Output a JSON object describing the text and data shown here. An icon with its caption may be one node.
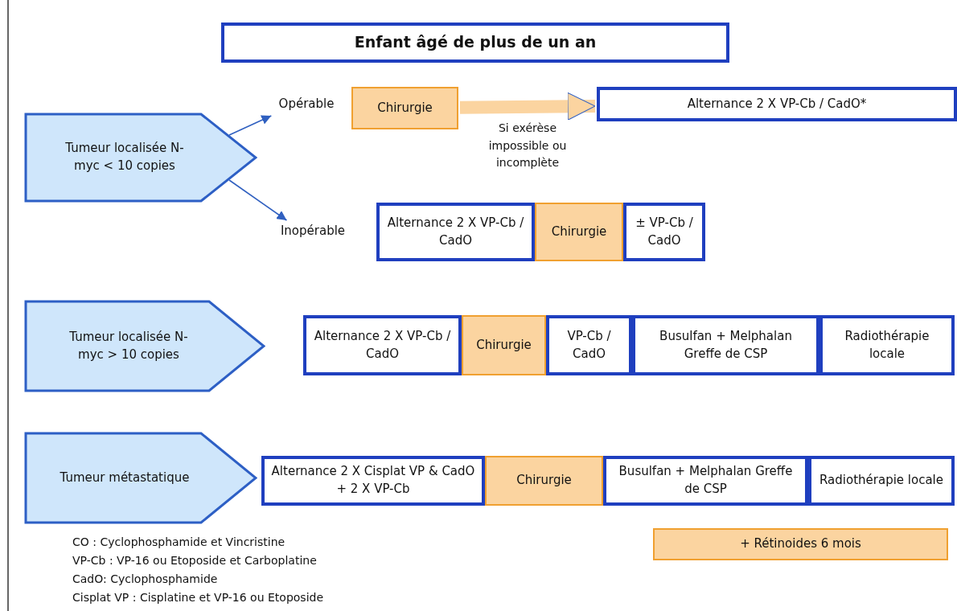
{
  "diagram": {
    "nodes": [
      {
        "text": [
          "Enfant âgé de plus de un an"
        ]
      },
      {
        "text": [
          "Tumeur localisée N-myc < 10 copies"
        ]
      },
      {
        "text": [
          "Opérable"
        ]
      },
      {
        "text": [
          "Chirurgie"
        ]
      },
      {
        "text": [
          "Alternance 2 X VP-Cb / CadO*"
        ]
      },
      {
        "text": [
          "Inopérable"
        ]
      },
      {
        "text": [
          "Alternance 2 X VP-Cb / CadO"
        ]
      },
      {
        "text": [
          "Chirurgie"
        ]
      },
      {
        "text": [
          "± VP-Cb / CadO"
        ]
      },
      {
        "text": [
          "Tumeur localisée N-myc > 10 copies"
        ]
      },
      {
        "text": [
          "Alternance 2 X VP-Cb / CadO"
        ]
      },
      {
        "text": [
          "Chirurgie"
        ]
      },
      {
        "text": [
          "VP-Cb / CadO"
        ]
      },
      {
        "text": [
          "Busulfan + Melphalan Greffe de CSP"
        ]
      },
      {
        "text": [
          "Radiothérapie locale"
        ]
      },
      {
        "text": [
          "Tumeur métastatique"
        ]
      },
      {
        "text": [
          "Alternance 2 X Cisplat VP & CadO + 2 X VP-Cb"
        ]
      },
      {
        "text": [
          "Chirurgie"
        ]
      },
      {
        "text": [
          "Busulfan + Melphalan Greffe de CSP"
        ]
      },
      {
        "text": [
          "Radiothérapie locale"
        ]
      },
      {
        "text": [
          "+ Rétinoides 6 mois"
        ]
      }
    ],
    "edges": [
      {
        "from": 1,
        "to": 2,
        "arrow": "to"
      },
      {
        "from": 1,
        "to": 5,
        "arrow": "to"
      },
      {
        "from": 3,
        "to": 4,
        "arrow": "to",
        "label": "Si exérèse impossible ou incomplète",
        "style": "thick",
        "color": "#fbd4a0"
      }
    ],
    "labels": [
      "CO : Cyclophosphamide et Vincristine",
      "VP-Cb : VP-16 ou Etoposide et Carboplatine",
      "CadO: Cyclophosphamide",
      "Cisplat VP : Cisplatine et VP-16 ou Etoposide"
    ]
  }
}
